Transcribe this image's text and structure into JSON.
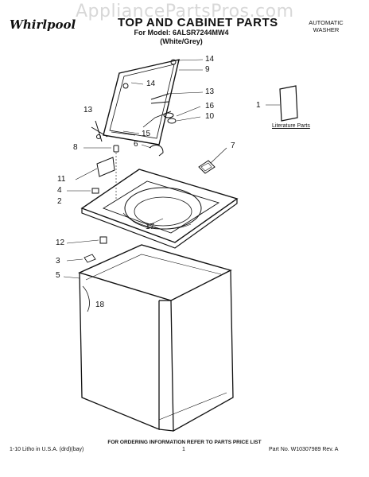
{
  "watermark": "AppliancePartsPros.com",
  "brand": "Whirlpool",
  "title": "TOP AND CABINET PARTS",
  "model_line": "For Model: 6ALSR7244MW4",
  "color_line": "(White/Grey)",
  "category": [
    "AUTOMATIC",
    "WASHER"
  ],
  "literature_label": "Literature Parts",
  "callouts": [
    "14",
    "9",
    "14",
    "13",
    "13",
    "16",
    "10",
    "1",
    "15",
    "6",
    "7",
    "8",
    "11",
    "4",
    "2",
    "17",
    "12",
    "3",
    "5",
    "18"
  ],
  "footer_center": "FOR ORDERING INFORMATION REFER TO PARTS PRICE LIST",
  "footer_left": "1-10 Litho in U.S.A. (drd)(bay)",
  "footer_page": "1",
  "footer_right": "Part No. W10307989 Rev. A"
}
